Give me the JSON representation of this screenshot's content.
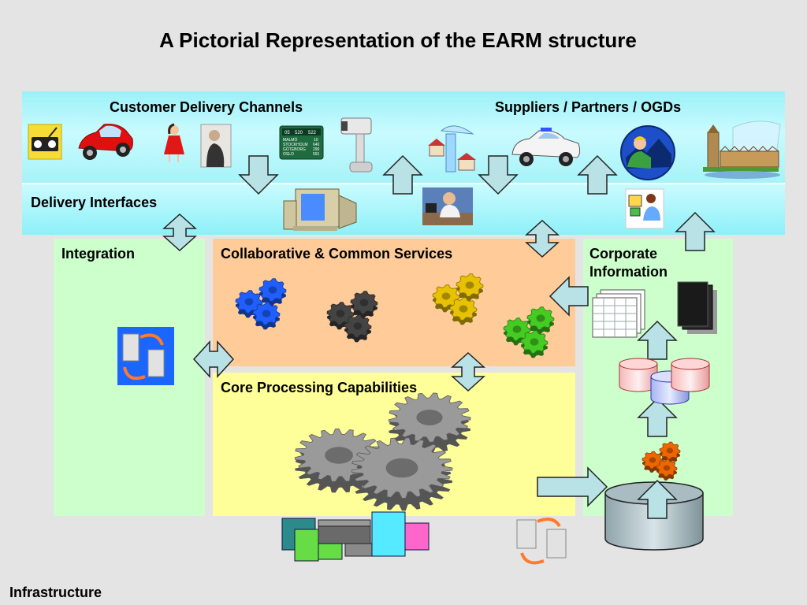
{
  "title": "A Pictorial Representation of the EARM structure",
  "labels": {
    "customer_delivery_channels": "Customer Delivery Channels",
    "suppliers_partners_ogds": "Suppliers / Partners / OGDs",
    "delivery_interfaces": "Delivery Interfaces",
    "integration": "Integration",
    "collaborative_common_services": "Collaborative & Common Services",
    "corporate_information_line1": "Corporate",
    "corporate_information_line2": "Information",
    "core_processing_capabilities": "Core Processing Capabilities",
    "infrastructure": "Infrastructure"
  },
  "departure_board": {
    "headers": [
      "05",
      "520",
      "522"
    ],
    "rows": [
      {
        "city": "MALMÖ",
        "value": "10"
      },
      {
        "city": "STOCKHOLM",
        "value": "640"
      },
      {
        "city": "GÖTEBORG",
        "value": "290"
      },
      {
        "city": "OSLO",
        "value": "591"
      }
    ]
  },
  "colors": {
    "background": "#e4e4e4",
    "top_band": "#9bf1f7",
    "integration_panel": "#ccffcc",
    "collaborative_panel": "#ffcc99",
    "core_panel": "#ffff99",
    "corporate_panel": "#ccffcc",
    "arrow_fill": "#b8e2e6",
    "gear_blue": "#1f5fff",
    "gear_dark": "#444444",
    "gear_yellow": "#e8c200",
    "gear_green": "#44cc22",
    "gear_grey": "#9a9a9a",
    "gear_orange": "#ee6600"
  }
}
